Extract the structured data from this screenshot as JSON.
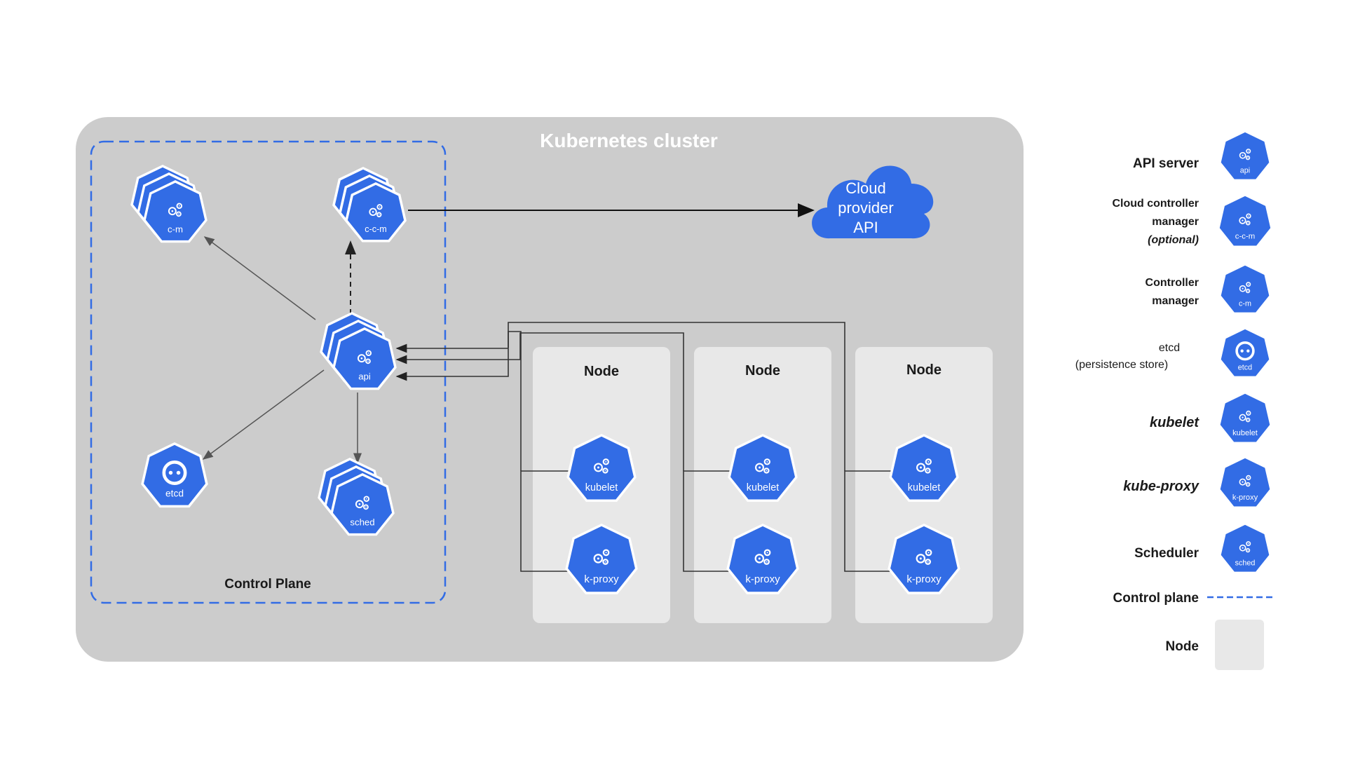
{
  "cluster": {
    "title": "Kubernetes cluster",
    "control_plane_label": "Control Plane"
  },
  "cloud": {
    "line1": "Cloud",
    "line2": "provider",
    "line3": "API"
  },
  "components": {
    "cm": "c-m",
    "ccm": "c-c-m",
    "api": "api",
    "etcd": "etcd",
    "sched": "sched",
    "kubelet": "kubelet",
    "kproxy": "k-proxy"
  },
  "nodes": [
    {
      "label": "Node",
      "kubelet": "kubelet",
      "kproxy": "k-proxy"
    },
    {
      "label": "Node",
      "kubelet": "kubelet",
      "kproxy": "k-proxy"
    },
    {
      "label": "Node",
      "kubelet": "kubelet",
      "kproxy": "k-proxy"
    }
  ],
  "legend": {
    "api_server": "API server",
    "ccm_line1": "Cloud controller",
    "ccm_line2": "manager",
    "ccm_line3": "(optional)",
    "cm_line1": "Controller",
    "cm_line2": "manager",
    "etcd_line1": "etcd",
    "etcd_line2": "(persistence store)",
    "kubelet": "kubelet",
    "kube_proxy": "kube-proxy",
    "scheduler": "Scheduler",
    "control_plane": "Control plane",
    "node": "Node"
  },
  "colors": {
    "k8s_blue": "#326ce5",
    "cluster_bg": "#cccccc",
    "node_bg": "#e8e8e8",
    "dashed_border": "#326ce5",
    "arrow": "#333333"
  }
}
